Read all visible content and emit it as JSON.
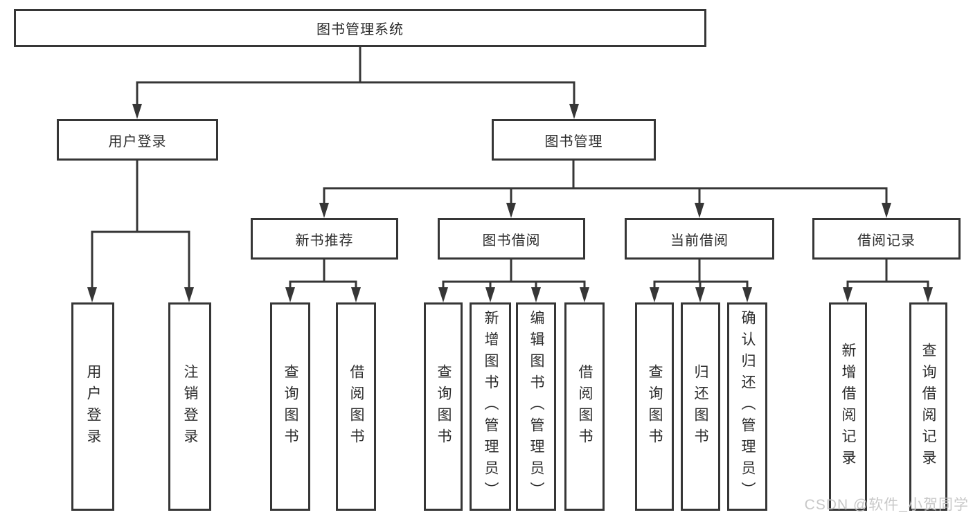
{
  "tree": {
    "root": "图书管理系统",
    "branches": [
      {
        "label": "用户登录",
        "leaves": [
          "用户登录",
          "注销登录"
        ]
      },
      {
        "label": "图书管理",
        "groups": [
          {
            "label": "新书推荐",
            "leaves": [
              "查询图书",
              "借阅图书"
            ]
          },
          {
            "label": "图书借阅",
            "leaves": [
              "查询图书",
              "新增图书（管理员）",
              "编辑图书（管理员）",
              "借阅图书"
            ]
          },
          {
            "label": "当前借阅",
            "leaves": [
              "查询图书",
              "归还图书",
              "确认归还（管理员）"
            ]
          },
          {
            "label": "借阅记录",
            "leaves": [
              "新增借阅记录",
              "查询借阅记录"
            ]
          }
        ]
      }
    ]
  },
  "watermark": "CSDN @软件_小贺同学",
  "colors": {
    "line": "#363636",
    "text": "#2d2d2d",
    "watermark": "#c3c3c3",
    "background": "#ffffff"
  }
}
